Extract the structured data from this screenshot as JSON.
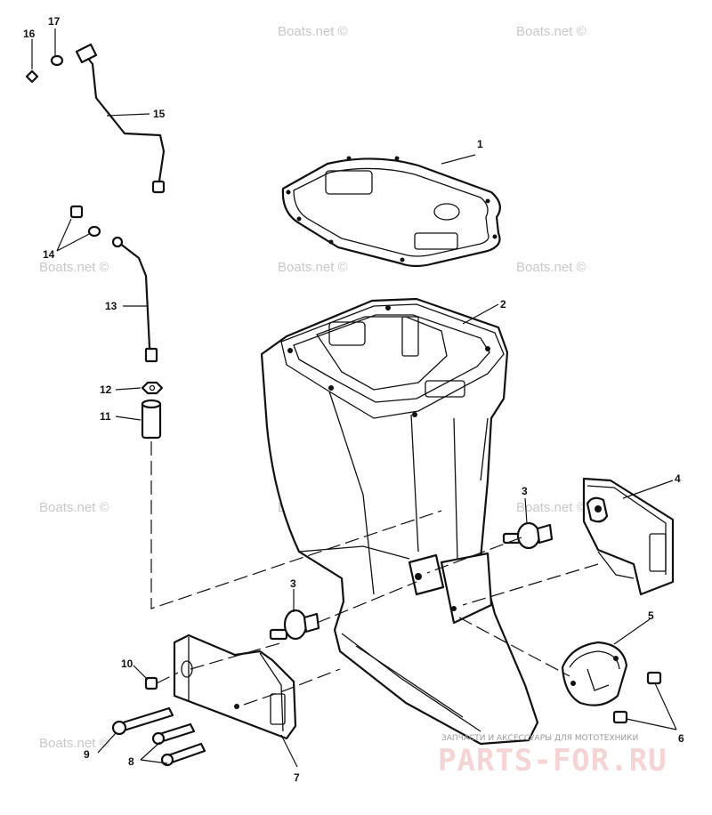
{
  "callouts": {
    "c1": "1",
    "c2": "2",
    "c3a": "3",
    "c3b": "3",
    "c4": "4",
    "c5": "5",
    "c6": "6",
    "c7": "7",
    "c8": "8",
    "c9": "9",
    "c10": "10",
    "c11": "11",
    "c12": "12",
    "c13": "13",
    "c14": "14",
    "c15": "15",
    "c16": "16",
    "c17": "17"
  },
  "watermark": {
    "text": "Boats.net ©"
  },
  "brand": {
    "tagline": "ЗАПЧАСТИ И АКСЕССУАРЫ ДЛЯ МОТОТЕХНИКИ",
    "logo": "PARTS-FOR.RU"
  },
  "colors": {
    "ink": "#111111",
    "watermark": "#c8c8c8",
    "logo": "#f4d4d4"
  }
}
